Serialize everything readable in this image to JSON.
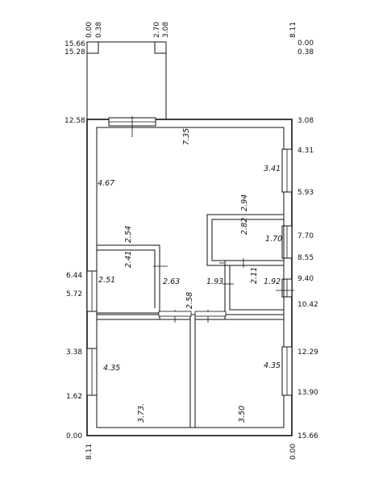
{
  "left_ruler": [
    "15.66",
    "15.28",
    "12.58",
    "6.44",
    "5.72",
    "3.38",
    "1.62",
    "0.00"
  ],
  "right_ruler": [
    "0.00",
    "0.38",
    "3.08",
    "4.31",
    "5.93",
    "7.70",
    "8.55",
    "9.40",
    "10.42",
    "12.29",
    "13.90",
    "15.66"
  ],
  "top_ruler": [
    "0.00",
    "0.38",
    "2.70",
    "3.08",
    "8.11"
  ],
  "bottom_ruler": [
    "8.11",
    "0.00"
  ],
  "room_dims": {
    "main_top": "7.35",
    "main_left": "4.67",
    "main_right": "3.41",
    "main_inner": "2.94",
    "small_room_w": "2.54",
    "small_room_h": "2.41",
    "left_room_w": "2.51",
    "left_room_h": "2.63",
    "corridor_w": "2.58",
    "mid_left": "1.93",
    "bath_h": "2.82",
    "bath_w": "1.70",
    "wc_h": "2.11",
    "wc_w": "1.92",
    "bottom_left_h": "4.35",
    "bottom_left_w": "3.73.",
    "bottom_right_h": "4.35",
    "bottom_right_w": "3.50"
  }
}
